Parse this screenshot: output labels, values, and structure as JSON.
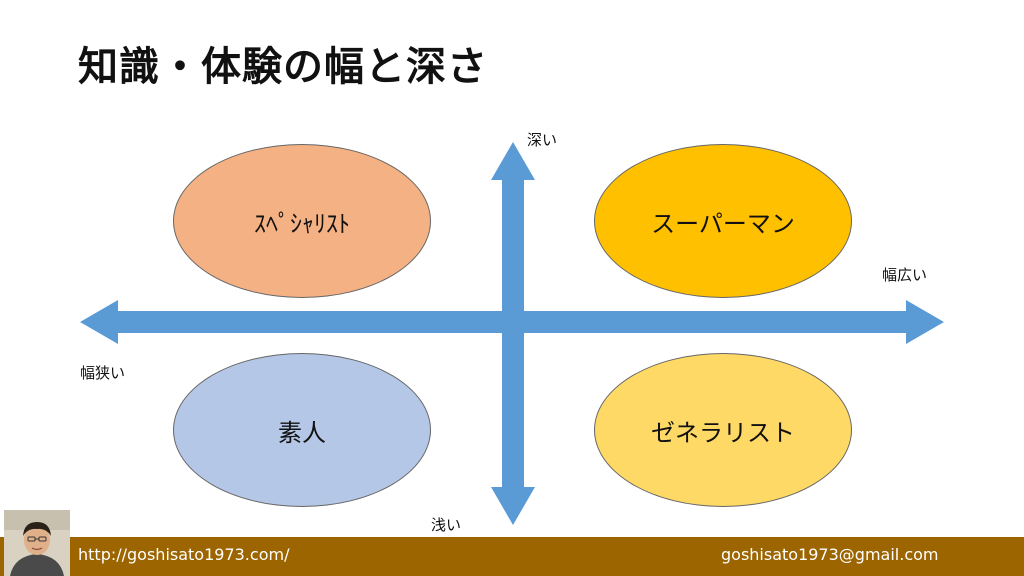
{
  "title": "知識・体験の幅と深さ",
  "axes": {
    "top": "深い",
    "bottom": "浅い",
    "right": "幅広い",
    "left": "幅狭い"
  },
  "quadrants": {
    "top_left": {
      "label": "ｽﾍﾟｼｬﾘｽﾄ",
      "color": "#f4b183"
    },
    "top_right": {
      "label": "スーパーマン",
      "color": "#ffc000"
    },
    "bottom_left": {
      "label": "素人",
      "color": "#b4c7e7"
    },
    "bottom_right": {
      "label": "ゼネラリスト",
      "color": "#ffd966"
    }
  },
  "arrow_color": "#5b9bd5",
  "footer": {
    "url": "http://goshisato1973.com/",
    "email": "goshisato1973@gmail.com",
    "color": "#9c6500"
  }
}
